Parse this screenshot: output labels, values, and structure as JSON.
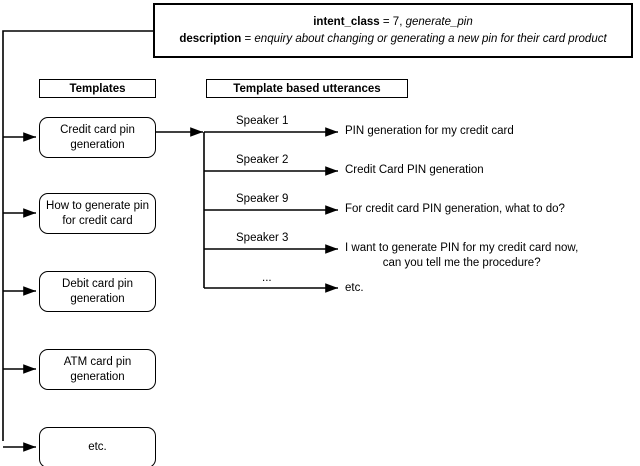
{
  "header": {
    "intent_label": "intent_class",
    "intent_eq": " = 7, ",
    "intent_value": "generate_pin",
    "description_label": "description",
    "description_eq": " = ",
    "description_value": "enquiry about changing or generating a new pin for their card product"
  },
  "columns": {
    "templates_header": "Templates",
    "utterances_header": "Template based utterances"
  },
  "templates": [
    {
      "label": "Credit card pin generation"
    },
    {
      "label": "How to generate pin for credit card"
    },
    {
      "label": "Debit card pin generation"
    },
    {
      "label": "ATM card pin generation"
    },
    {
      "label": "etc."
    }
  ],
  "utterances": [
    {
      "speaker": "Speaker 1",
      "text": "PIN generation for my credit card"
    },
    {
      "speaker": "Speaker 2",
      "text": "Credit Card PIN generation"
    },
    {
      "speaker": "Speaker 9",
      "text": "For credit card PIN generation, what to do?"
    },
    {
      "speaker": "Speaker 3",
      "text": "I want to generate PIN for my credit card now,\ncan you tell me the procedure?"
    },
    {
      "speaker": "...",
      "text": "etc."
    }
  ],
  "colors": {
    "stroke": "#000000",
    "background": "#ffffff"
  }
}
